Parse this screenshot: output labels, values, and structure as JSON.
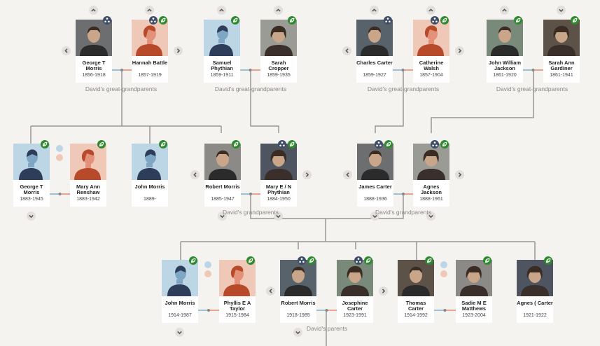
{
  "labels": {
    "great_1": "David's great-grandparents",
    "great_2": "David's great-grandparents",
    "great_3": "David's great-grandparents",
    "great_4": "David's great-grandparents",
    "grand_1": "David's grandparents",
    "grand_2": "David's grandparents",
    "parents": "David's parents"
  },
  "people": {
    "george_t_morris_1856": {
      "name": "George T Morris",
      "dates": "1856-1918"
    },
    "hannah_battle": {
      "name": "Hannah Battle",
      "dates": "1857-1919"
    },
    "samuel_phythian": {
      "name": "Samuel Phythian",
      "dates": "1859-1911"
    },
    "sarah_cropper": {
      "name": "Sarah Cropper",
      "dates": "1859-1935"
    },
    "charles_carter": {
      "name": "Charles Carter",
      "dates": "1859-1927"
    },
    "catherine_walsh": {
      "name": "Catherine Walsh",
      "dates": "1857-1904"
    },
    "john_william_jackson": {
      "name": "John William Jackson",
      "dates": "1861-1920"
    },
    "sarah_ann_gardiner": {
      "name": "Sarah Ann Gardiner",
      "dates": "1861-1941"
    },
    "george_t_morris_1883": {
      "name": "George T Morris",
      "dates": "1883-1945"
    },
    "mary_ann_renshaw": {
      "name": "Mary Ann Renshaw",
      "dates": "1883-1942"
    },
    "john_morris_1889": {
      "name": "John Morris",
      "dates": "1889-"
    },
    "robert_morris_1885": {
      "name": "Robert Morris",
      "dates": "1885-1947"
    },
    "mary_e_n_phythian": {
      "name": "Mary E / N Phythian",
      "dates": "1884-1950"
    },
    "james_carter": {
      "name": "James Carter",
      "dates": "1888-1936"
    },
    "agnes_jackson": {
      "name": "Agnes Jackson",
      "dates": "1888-1961"
    },
    "john_morris_1914": {
      "name": "John Morris",
      "dates": "1914-1987"
    },
    "phyllis_e_a_taylor": {
      "name": "Phyllis E A Taylor",
      "dates": "1915-1984"
    },
    "robert_morris_1918": {
      "name": "Robert Morris",
      "dates": "1918-1985"
    },
    "josephine_carter": {
      "name": "Josephine Carter",
      "dates": "1923-1991"
    },
    "thomas_carter": {
      "name": "Thomas Carter",
      "dates": "1914-1992"
    },
    "sadie_m_e_matthews": {
      "name": "Sadie M E Matthews",
      "dates": "1923-2004"
    },
    "agnes_carter": {
      "name": "Agnes ( Carter",
      "dates": "1921-1922"
    }
  },
  "icons": {
    "tree_badge": "family-tree-icon",
    "hint_badge": "hint-leaf-icon",
    "expand_up": "chevron-up-icon",
    "expand_down": "chevron-down-icon",
    "nav_left": "chevron-left-icon",
    "nav_right": "chevron-right-icon",
    "siblings": "siblings-icon"
  },
  "colors": {
    "background": "#f5f3f0",
    "connector": "#9a9795",
    "couple_male": "#7fb0cc",
    "couple_female": "#e08a70",
    "hint_green": "#2f8a2f",
    "tree_badge": "#3d4d66"
  }
}
